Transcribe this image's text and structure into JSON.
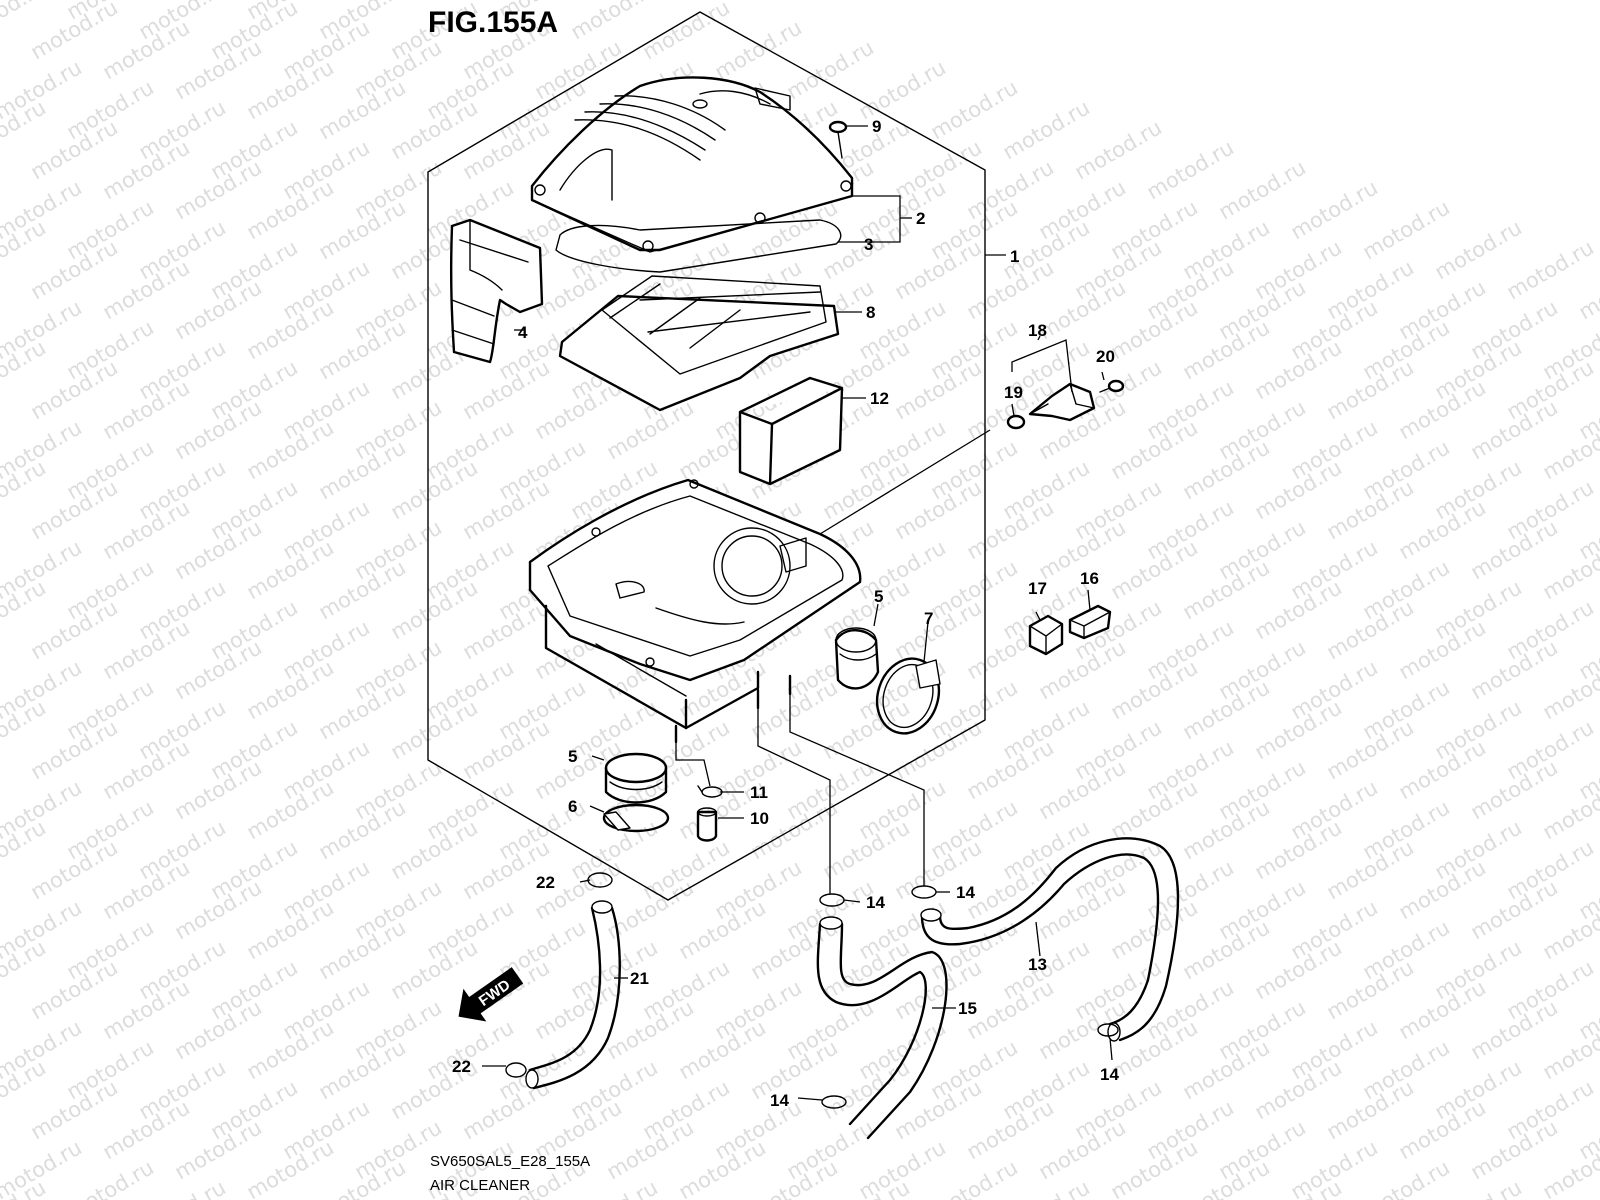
{
  "figure": {
    "title": "FIG.155A",
    "code": "SV650SAL5_E28_155A",
    "name": "AIR CLEANER"
  },
  "watermark": {
    "text": "motod.ru"
  },
  "direction_arrow": {
    "label": "FWD",
    "icon": "fwd-arrow-icon"
  },
  "callouts": [
    {
      "id": "c9",
      "label": "9"
    },
    {
      "id": "c2",
      "label": "2"
    },
    {
      "id": "c3",
      "label": "3"
    },
    {
      "id": "c1",
      "label": "1"
    },
    {
      "id": "c4",
      "label": "4"
    },
    {
      "id": "c8",
      "label": "8"
    },
    {
      "id": "c18",
      "label": "18"
    },
    {
      "id": "c20",
      "label": "20"
    },
    {
      "id": "c19",
      "label": "19"
    },
    {
      "id": "c12",
      "label": "12"
    },
    {
      "id": "c17",
      "label": "17"
    },
    {
      "id": "c16",
      "label": "16"
    },
    {
      "id": "c5a",
      "label": "5"
    },
    {
      "id": "c7",
      "label": "7"
    },
    {
      "id": "c5b",
      "label": "5"
    },
    {
      "id": "c11",
      "label": "11"
    },
    {
      "id": "c6",
      "label": "6"
    },
    {
      "id": "c10",
      "label": "10"
    },
    {
      "id": "c22a",
      "label": "22"
    },
    {
      "id": "c14a",
      "label": "14"
    },
    {
      "id": "c14b",
      "label": "14"
    },
    {
      "id": "c13",
      "label": "13"
    },
    {
      "id": "c21",
      "label": "21"
    },
    {
      "id": "c15",
      "label": "15"
    },
    {
      "id": "c22b",
      "label": "22"
    },
    {
      "id": "c14c",
      "label": "14"
    },
    {
      "id": "c14d",
      "label": "14"
    }
  ]
}
